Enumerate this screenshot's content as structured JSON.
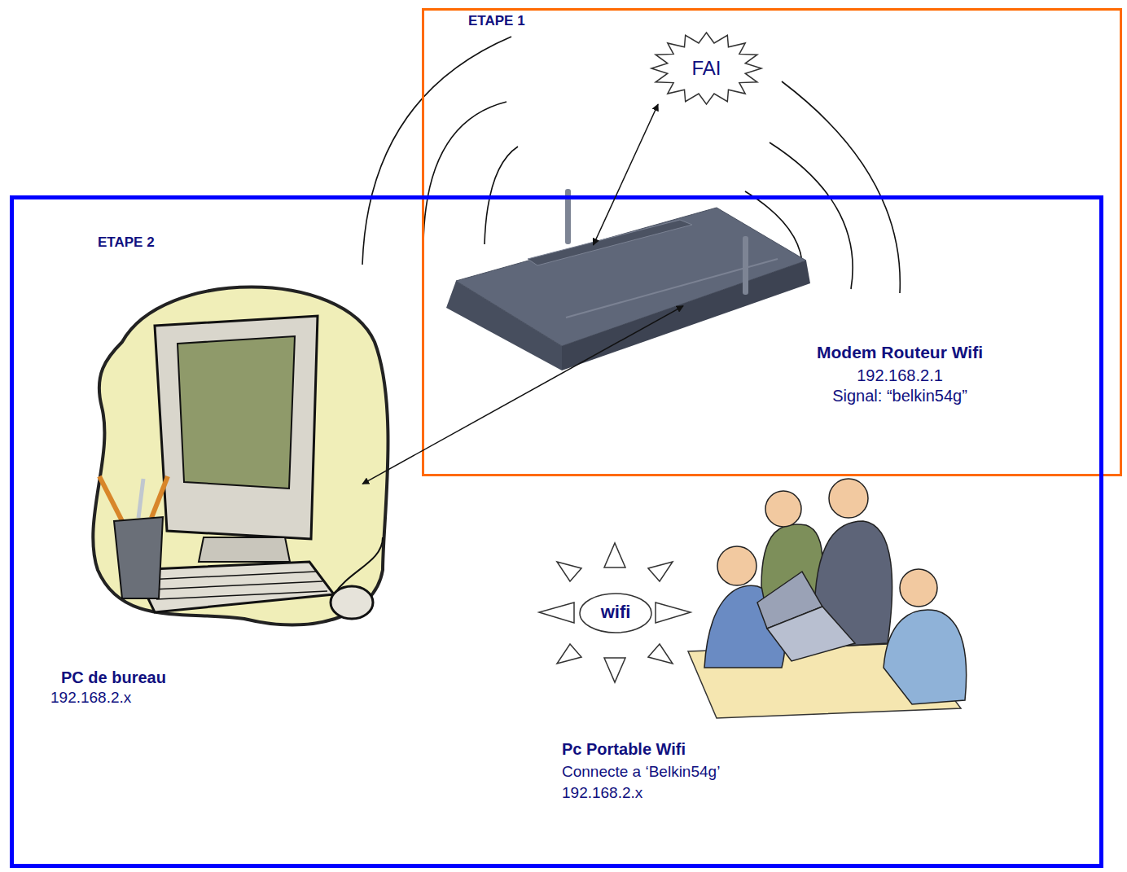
{
  "diagram": {
    "nodes": [
      {
        "text": [
          "ETAPE 1"
        ]
      },
      {
        "text": [
          "FAI"
        ],
        "in": 0
      },
      {
        "text": [
          "Modem Routeur Wifi",
          "192.168.2.1",
          "Signal: “belkin54g”"
        ],
        "in": 0
      },
      {
        "text": [
          "ETAPE 2"
        ]
      },
      {
        "text": [
          "PC de bureau",
          "192.168.2.x"
        ],
        "in": 3
      },
      {
        "text": [
          "wifi"
        ],
        "in": 3
      },
      {
        "text": [
          "Pc Portable Wifi",
          "Connecte a ‘Belkin54g’",
          "192.168.2.x"
        ],
        "in": 3
      }
    ],
    "edges": [
      {
        "from": 1,
        "to": 2,
        "arrow": "both"
      },
      {
        "from": 2,
        "to": 4,
        "arrow": "both"
      }
    ]
  }
}
